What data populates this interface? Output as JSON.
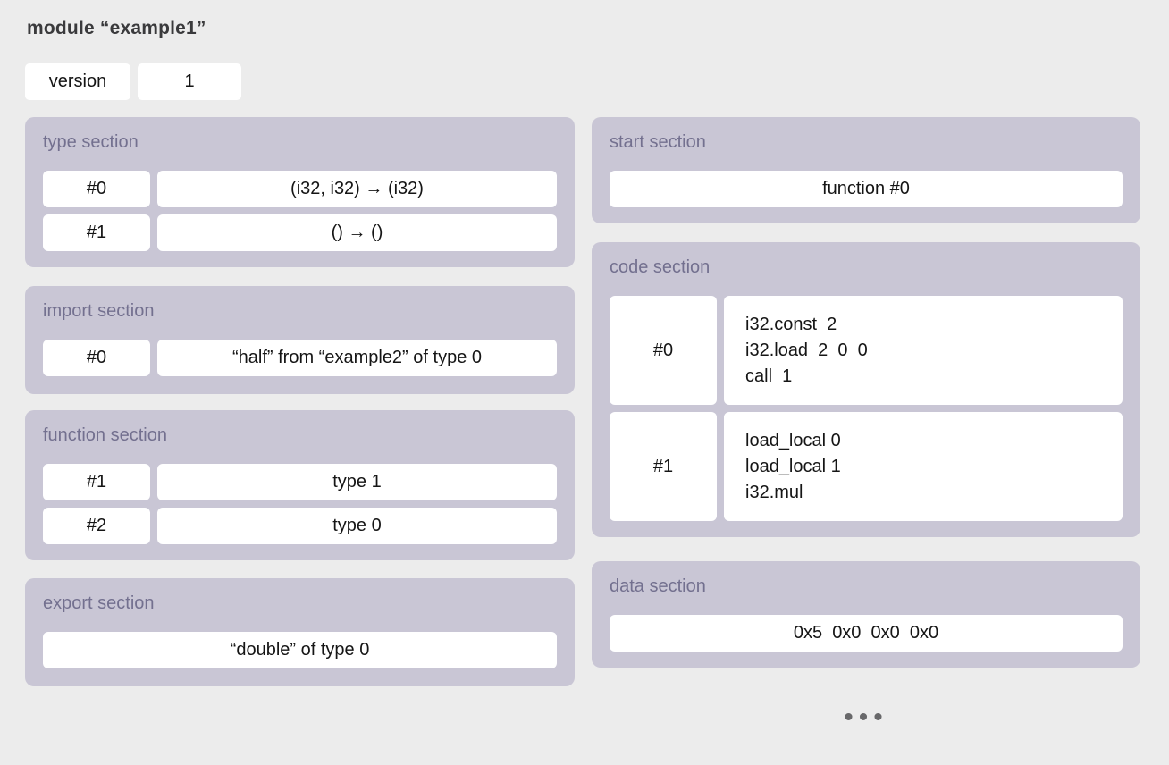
{
  "page": {
    "title": "module “example1”"
  },
  "version": {
    "label": "version",
    "value": "1"
  },
  "sections": {
    "type": {
      "title": "type section",
      "rows": [
        {
          "id": "#0",
          "value": "(i32, i32) → (i32)"
        },
        {
          "id": "#1",
          "value": "() → ()"
        }
      ]
    },
    "import": {
      "title": "import section",
      "rows": [
        {
          "id": "#0",
          "value": "“half” from “example2” of type 0"
        }
      ]
    },
    "function": {
      "title": "function section",
      "rows": [
        {
          "id": "#1",
          "value": "type 1"
        },
        {
          "id": "#2",
          "value": "type 0"
        }
      ]
    },
    "export": {
      "title": "export section",
      "rows": [
        {
          "value": "“double” of type 0"
        }
      ]
    },
    "start": {
      "title": "start section",
      "rows": [
        {
          "value": "function #0"
        }
      ]
    },
    "code": {
      "title": "code section",
      "rows": [
        {
          "id": "#0",
          "lines": [
            "i32.const  2",
            "i32.load  2  0  0",
            "call  1"
          ]
        },
        {
          "id": "#1",
          "lines": [
            "load_local 0",
            "load_local 1",
            "i32.mul"
          ]
        }
      ]
    },
    "data": {
      "title": "data section",
      "rows": [
        {
          "value": "0x5  0x0  0x0  0x0"
        }
      ]
    }
  },
  "footer": {
    "more_indicator": "•••"
  },
  "colors": {
    "background": "#ececec",
    "card": "#c9c6d5",
    "card_title": "#73708f",
    "box": "#ffffff",
    "text": "#151515",
    "page_title": "#3a3a3c",
    "dots": "#68686a"
  }
}
